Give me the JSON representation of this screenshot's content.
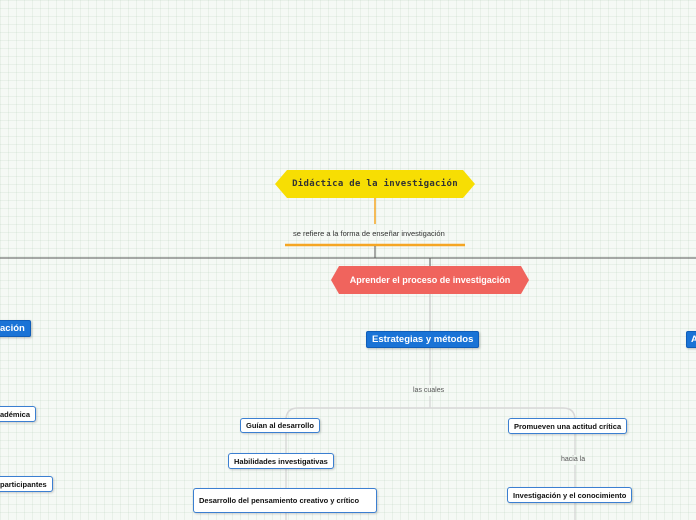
{
  "map": {
    "root": "Didáctica de la investigación",
    "relation1": "se refiere a la forma de enseñar investigación",
    "center_topic": "Aprender el proceso de investigación",
    "left_topic_partial": "ación",
    "right_topic_partial": "A",
    "strategies": "Estrategias y métodos",
    "strategies_link": "las cuales",
    "left_items": [
      "Guían al desarrollo",
      "Habilidades investigativas",
      "Desarrollo del pensamiento creativo y crítico"
    ],
    "right_item": "Promueven una actitud crítica",
    "right_link": "hacia la",
    "right_item2": "Investigación y el conocimiento",
    "far_left_1": "adémica",
    "far_left_2": "participantes"
  },
  "colors": {
    "root": "#f7de03",
    "center": "#f0645d",
    "main_topic": "#1a73d6",
    "subtopic_border": "#3b7fd1",
    "relation_underline": "#f5a623"
  }
}
